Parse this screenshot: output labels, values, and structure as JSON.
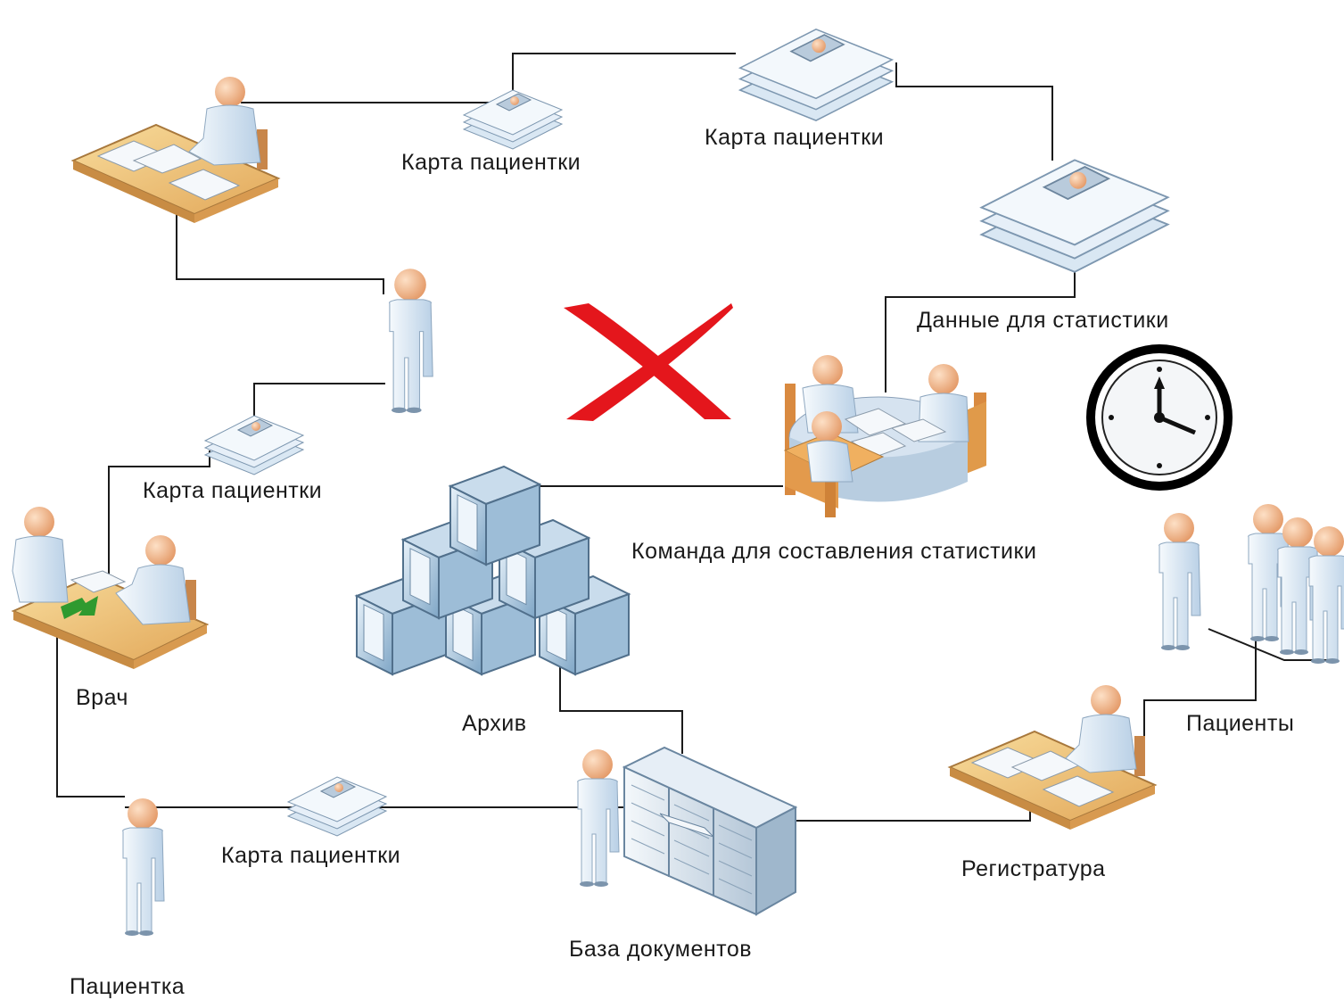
{
  "labels": {
    "card_top_left": "Карта пациентки",
    "card_top_right": "Карта пациентки",
    "stats_data": "Данные для статистики",
    "card_mid_left": "Карта пациентки",
    "stats_team": "Команда для составления статистики",
    "doctor": "Врач",
    "archive": "Архив",
    "patients": "Пациенты",
    "card_bottom": "Карта пациентки",
    "registry": "Регистратура",
    "doc_base": "База документов",
    "patient": "Пациентка"
  },
  "colors": {
    "skin": "#f2b78c",
    "body": "#cfe0f0",
    "desk": "#f0c878",
    "paper": "#eef4fa",
    "cross": "#e4161c",
    "line": "#1a1a1a"
  },
  "icons": [
    "person-icon",
    "desk-icon",
    "document-stack-icon",
    "archive-boxes-icon",
    "server-cabinet-icon",
    "clock-icon",
    "cross-icon",
    "meeting-table-icon"
  ]
}
